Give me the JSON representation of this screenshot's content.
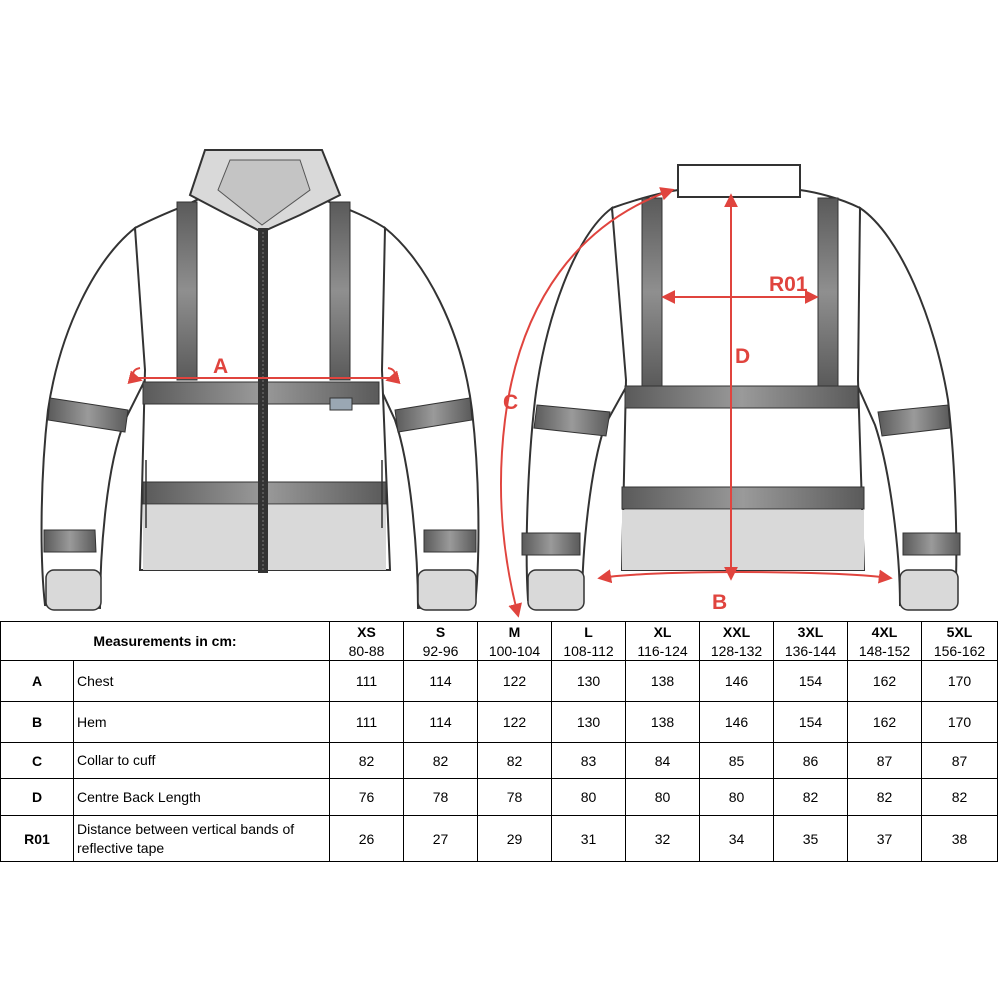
{
  "diagram": {
    "labels": {
      "a": "A",
      "b": "B",
      "c": "C",
      "d": "D",
      "r01": "R01"
    },
    "colors": {
      "measure": "#e0443e",
      "tape": "#6e6e6e",
      "lowerPanel": "#d9d9d9",
      "outline": "#333333"
    }
  },
  "table": {
    "title": "Measurements in cm:",
    "sizes": [
      {
        "name": "XS",
        "range": "80-88"
      },
      {
        "name": "S",
        "range": "92-96"
      },
      {
        "name": "M",
        "range": "100-104"
      },
      {
        "name": "L",
        "range": "108-112"
      },
      {
        "name": "XL",
        "range": "116-124"
      },
      {
        "name": "XXL",
        "range": "128-132"
      },
      {
        "name": "3XL",
        "range": "136-144"
      },
      {
        "name": "4XL",
        "range": "148-152"
      },
      {
        "name": "5XL",
        "range": "156-162"
      }
    ],
    "rows": [
      {
        "code": "A",
        "label": "Chest",
        "values": [
          "111",
          "114",
          "122",
          "130",
          "138",
          "146",
          "154",
          "162",
          "170"
        ]
      },
      {
        "code": "B",
        "label": "Hem",
        "values": [
          "111",
          "114",
          "122",
          "130",
          "138",
          "146",
          "154",
          "162",
          "170"
        ]
      },
      {
        "code": "C",
        "label": "Collar to cuff",
        "values": [
          "82",
          "82",
          "82",
          "83",
          "84",
          "85",
          "86",
          "87",
          "87"
        ]
      },
      {
        "code": "D",
        "label": "Centre Back Length",
        "values": [
          "76",
          "78",
          "78",
          "80",
          "80",
          "80",
          "82",
          "82",
          "82"
        ]
      },
      {
        "code": "R01",
        "label": "Distance between vertical bands of reflective tape",
        "values": [
          "26",
          "27",
          "29",
          "31",
          "32",
          "34",
          "35",
          "37",
          "38"
        ]
      }
    ]
  }
}
